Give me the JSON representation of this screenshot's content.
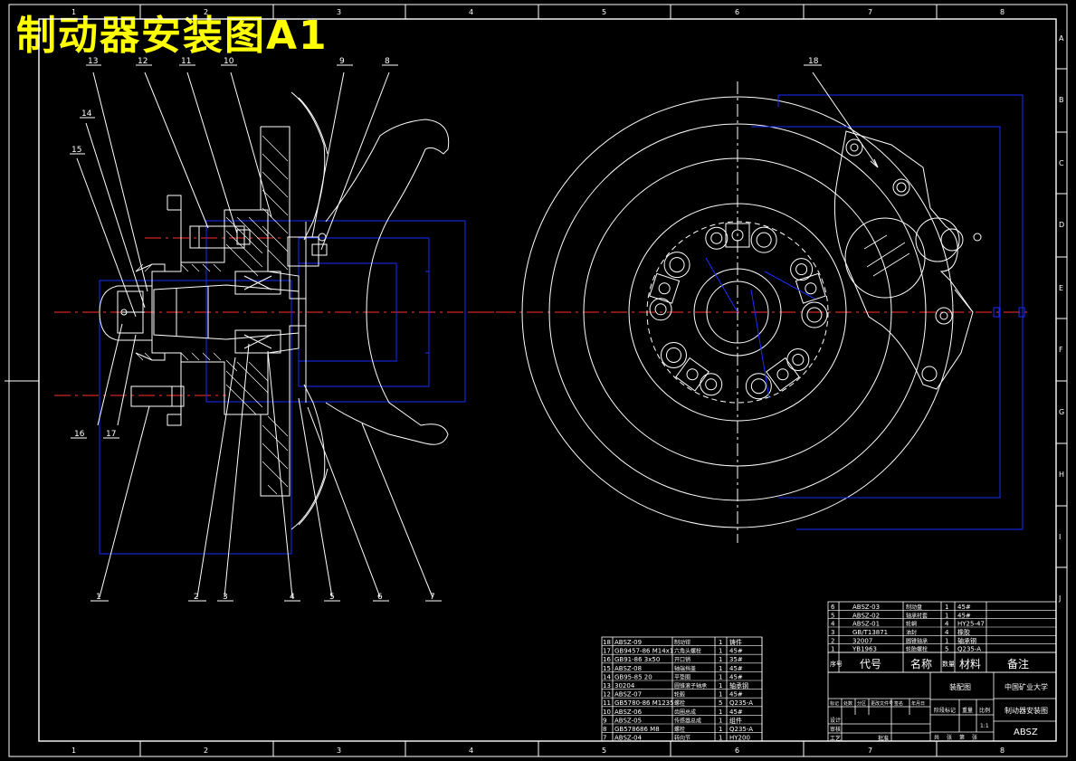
{
  "title": "制动器安装图A1",
  "zone_cols": [
    "1",
    "2",
    "3",
    "4",
    "5",
    "6",
    "7",
    "8"
  ],
  "zone_rows": [
    "A",
    "B",
    "C",
    "D",
    "E",
    "F",
    "G",
    "H",
    "I",
    "J"
  ],
  "left_leaders": {
    "top": [
      "13",
      "12",
      "11",
      "10",
      "9",
      "8"
    ],
    "side": [
      "14",
      "15"
    ],
    "bottom": [
      "1",
      "2",
      "3",
      "4",
      "5",
      "6",
      "7"
    ],
    "lower_left": [
      "16",
      "17"
    ]
  },
  "right_leader": "18",
  "bom_lower": [
    {
      "no": "18",
      "code": "ABSZ-09",
      "name": "制动钳",
      "qty": "1",
      "mat": "铸件"
    },
    {
      "no": "17",
      "code": "GB9457-86 M14x1",
      "name": "六角头螺栓",
      "qty": "1",
      "mat": "45#"
    },
    {
      "no": "16",
      "code": "GB91-86 3x50",
      "name": "开口销",
      "qty": "1",
      "mat": "35#"
    },
    {
      "no": "15",
      "code": "ABSZ-08",
      "name": "轴端挡盖",
      "qty": "1",
      "mat": "45#"
    },
    {
      "no": "14",
      "code": "GB95-85 20",
      "name": "平垫圈",
      "qty": "1",
      "mat": "45#"
    },
    {
      "no": "13",
      "code": "30204",
      "name": "圆锥滚子轴承",
      "qty": "1",
      "mat": "轴承钢"
    },
    {
      "no": "12",
      "code": "ABSZ-07",
      "name": "轮毂",
      "qty": "1",
      "mat": "45#"
    },
    {
      "no": "11",
      "code": "GB5780-86 M1235",
      "name": "螺栓",
      "qty": "5",
      "mat": "Q235-A"
    },
    {
      "no": "10",
      "code": "ABSZ-06",
      "name": "齿圈总成",
      "qty": "1",
      "mat": "45#"
    },
    {
      "no": "9",
      "code": "ABSZ-05",
      "name": "传感器总成",
      "qty": "1",
      "mat": "组件"
    },
    {
      "no": "8",
      "code": "GB578686 M8",
      "name": "螺栓",
      "qty": "1",
      "mat": "Q235-A"
    },
    {
      "no": "7",
      "code": "ABSZ-04",
      "name": "转向节",
      "qty": "1",
      "mat": "HY200"
    }
  ],
  "bom_upper": [
    {
      "no": "6",
      "code": "ABSZ-03",
      "name": "制动盘",
      "qty": "1",
      "mat": "45#"
    },
    {
      "no": "5",
      "code": "ABSZ-02",
      "name": "轴承衬套",
      "qty": "1",
      "mat": "45#"
    },
    {
      "no": "4",
      "code": "ABSZ-01",
      "name": "轮辋",
      "qty": "4",
      "mat": "HY25-47"
    },
    {
      "no": "3",
      "code": "GB/T13871",
      "name": "油封",
      "qty": "4",
      "mat": "橡胶"
    },
    {
      "no": "2",
      "code": "32007",
      "name": "圆锥轴承",
      "qty": "1",
      "mat": "轴承钢"
    },
    {
      "no": "1",
      "code": "YB1963",
      "name": "轮胎螺栓",
      "qty": "5",
      "mat": "Q235-A"
    }
  ],
  "bom_header": {
    "no": "序号",
    "code": "代号",
    "name": "名称",
    "qty": "数量",
    "mat": "材料",
    "note": "备注"
  },
  "title_block": {
    "drawing_type": "装配图",
    "school": "中国矿业大学",
    "drawing_name": "制动器安装图",
    "drawing_no": "ABSZ",
    "scale_label": "比例",
    "scale": "1:1",
    "row_labels": [
      "标记",
      "处数",
      "分区",
      "更改文件号",
      "签名",
      "年月日"
    ],
    "left_labels": [
      "设计",
      "审核",
      "工艺",
      "批准"
    ],
    "stage_labels": [
      "阶段标记",
      "重量",
      "比例"
    ],
    "sheet_labels": [
      "共",
      "张",
      "第",
      "张"
    ]
  },
  "colors": {
    "background": "#000000",
    "line": "#ffffff",
    "hidden": "#0000cc",
    "centerline": "#ff3030",
    "title": "#ffff00"
  }
}
